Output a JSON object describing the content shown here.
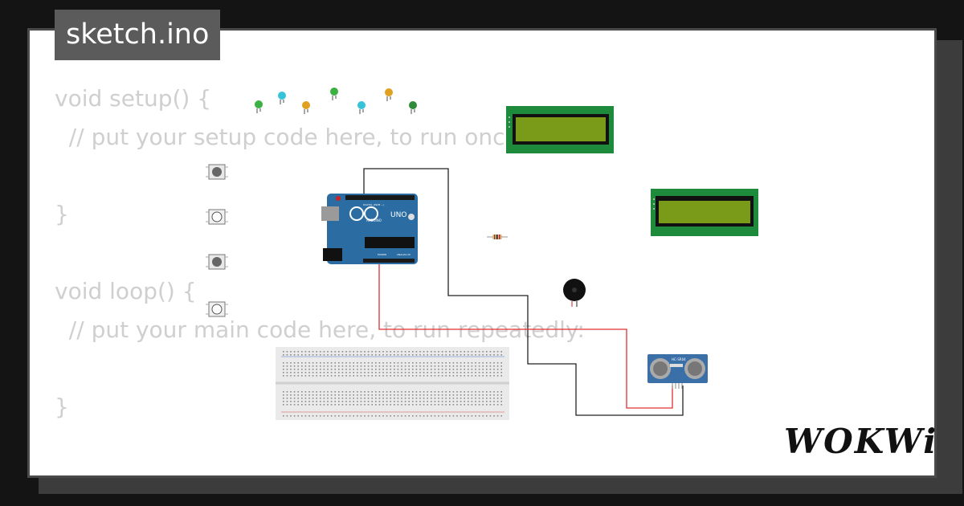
{
  "tab": {
    "filename": "sketch.ino"
  },
  "code_lines": [
    "void setup() {",
    "  // put your setup code here, to run once:",
    "",
    "}",
    "",
    "void loop() {",
    "  // put your main code here, to run repeatedly:",
    "",
    "}"
  ],
  "board": {
    "model": "UNO",
    "brand": "ARDUINO",
    "header_digital": "DIGITAL (PWM ~)",
    "header_power": "POWER",
    "header_analog": "ANALOG IN"
  },
  "sensor": {
    "label": "HC-SR04"
  },
  "logo": {
    "text": "WOKWi"
  },
  "colors": {
    "background": "#141414",
    "card": "#ffffff",
    "tab": "#5b5b5b",
    "code_text": "#cfcfcf",
    "board": "#2b6ca3",
    "lcd_frame": "#1e8a3c",
    "lcd_screen": "#7a9a1a",
    "wire_black": "#222222",
    "wire_red": "#e03030",
    "sensor": "#3a6fa8"
  }
}
